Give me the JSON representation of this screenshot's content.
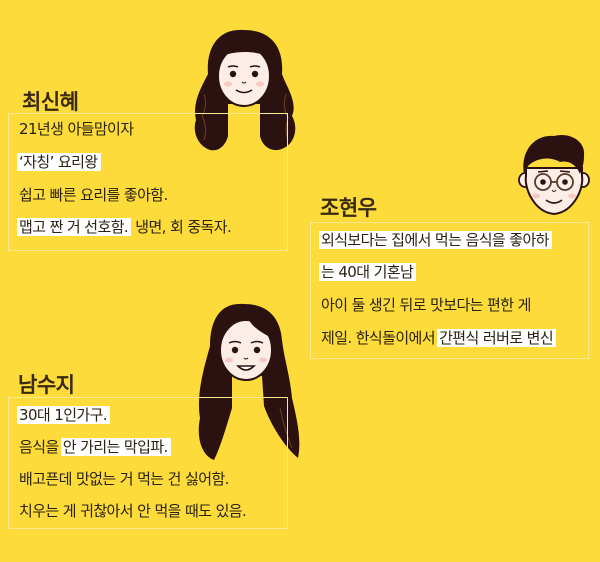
{
  "colors": {
    "background": "#FDDB3A",
    "box_border": "#FBE98F",
    "highlight": "#FFFFFF",
    "name_text": "#3A2A10",
    "body_text": "#2A2212",
    "hair": "#2B1210",
    "skin": "#FCEEE6",
    "cheek": "#F6C9C3"
  },
  "profiles": [
    {
      "name": "최신혜",
      "avatar": "woman-curly-hair-avatar",
      "lines": [
        {
          "segments": [
            {
              "text": "21년생 아들맘이자",
              "highlight": false
            }
          ]
        },
        {
          "segments": [
            {
              "text": "‘자칭’ 요리왕 ",
              "highlight": true
            }
          ]
        },
        {
          "segments": [
            {
              "text": "쉽고 빠른 요리를 좋아함.",
              "highlight": false
            }
          ]
        },
        {
          "segments": [
            {
              "text": "맵고 짠 거 선호함.",
              "highlight": true
            },
            {
              "text": " 냉면, 회 중독자.",
              "highlight": false
            }
          ]
        }
      ]
    },
    {
      "name": "조현우",
      "avatar": "man-glasses-avatar",
      "lines": [
        {
          "segments": [
            {
              "text": "외식보다는 집에서 먹는 음식을 좋아하",
              "highlight": true
            }
          ]
        },
        {
          "segments": [
            {
              "text": "는 40대 기혼남 ",
              "highlight": true
            }
          ]
        },
        {
          "segments": [
            {
              "text": "아이 둘 생긴 뒤로 맛보다는 편한 게",
              "highlight": false
            }
          ]
        },
        {
          "segments": [
            {
              "text": "제일. 한식돌이에서 ",
              "highlight": false
            },
            {
              "text": "간편식 러버로 변신",
              "highlight": true
            }
          ]
        }
      ]
    },
    {
      "name": "남수지",
      "avatar": "woman-long-hair-avatar",
      "lines": [
        {
          "segments": [
            {
              "text": "30대 1인가구.",
              "highlight": true
            }
          ]
        },
        {
          "segments": [
            {
              "text": "음식을 ",
              "highlight": false
            },
            {
              "text": "안 가리는 막입파.",
              "highlight": true
            }
          ]
        },
        {
          "segments": [
            {
              "text": "배고픈데 맛없는 거 먹는 건 싫어함.",
              "highlight": false
            }
          ]
        },
        {
          "segments": [
            {
              "text": "치우는 게 귀찮아서 안 먹을 때도 있음.",
              "highlight": false
            }
          ]
        }
      ]
    }
  ]
}
